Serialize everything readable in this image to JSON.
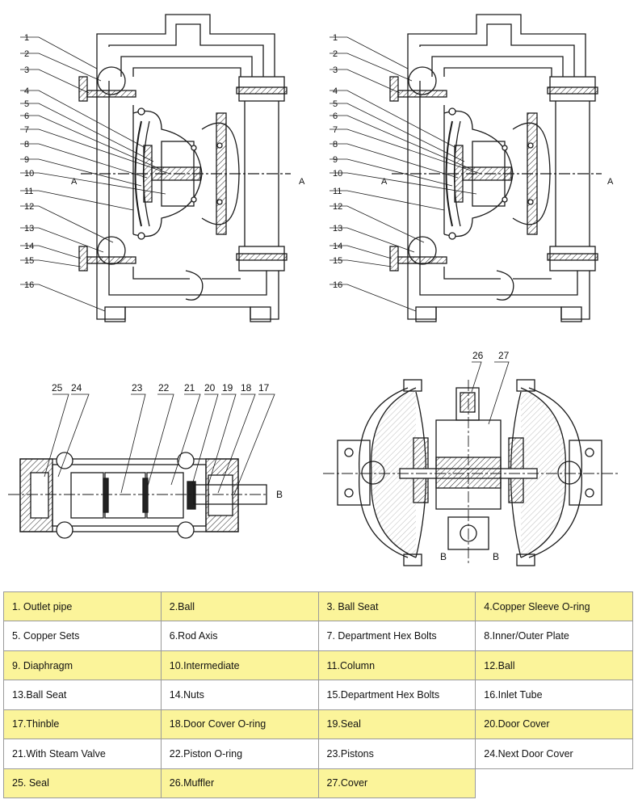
{
  "figure": {
    "callouts_top": [
      "1",
      "2",
      "3",
      "4",
      "5",
      "6",
      "7",
      "8",
      "9",
      "10",
      "11",
      "12",
      "13",
      "14",
      "15",
      "16"
    ],
    "callouts_left_bottom": [
      "25",
      "24",
      "23",
      "22",
      "21",
      "20",
      "19",
      "18",
      "17"
    ],
    "callouts_right_bottom": [
      "26",
      "27"
    ],
    "section_marks": {
      "left": "A",
      "right": "A",
      "view_b": "B"
    },
    "line_color": "#1a1a1a"
  },
  "legend": {
    "row_colors": {
      "odd": "#fbf49a",
      "even": "#ffffff"
    },
    "rows": [
      [
        "1.  Outlet pipe",
        "2.Ball",
        "3.  Ball Seat",
        "4.Copper Sleeve O-ring"
      ],
      [
        "5.  Copper Sets",
        "6.Rod Axis",
        "7.  Department Hex Bolts",
        "8.Inner/Outer Plate"
      ],
      [
        "9.  Diaphragm",
        "10.Intermediate",
        "11.Column",
        "12.Ball"
      ],
      [
        "13.Ball  Seat",
        "14.Nuts",
        "15.Department Hex Bolts",
        "16.Inlet Tube"
      ],
      [
        "17.Thinble",
        "18.Door Cover O-ring",
        "19.Seal",
        "20.Door Cover"
      ],
      [
        "21.With Steam Valve",
        "22.Piston O-ring",
        "23.Pistons",
        "24.Next Door Cover"
      ],
      [
        "25. Seal",
        "26.Muffler",
        "27.Cover",
        ""
      ]
    ]
  }
}
